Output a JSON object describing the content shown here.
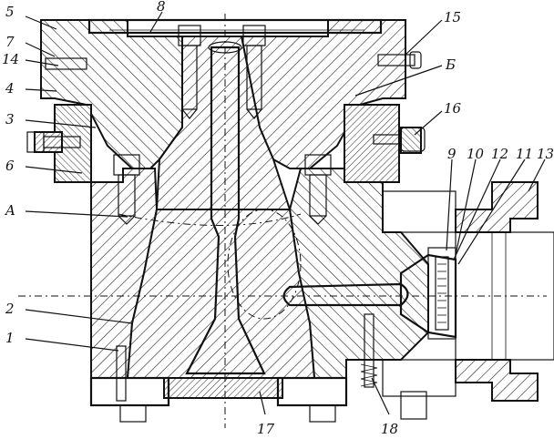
{
  "drawing": {
    "labels": {
      "l1": "1",
      "l2": "2",
      "l3": "3",
      "l4": "4",
      "l5": "5",
      "l6": "6",
      "l7": "7",
      "l8": "8",
      "l9": "9",
      "l10": "10",
      "l11": "11",
      "l12": "12",
      "l13": "13",
      "l14": "14",
      "l15": "15",
      "l16": "16",
      "l17": "17",
      "l18": "18",
      "lA": "A",
      "lB": "Б"
    }
  }
}
